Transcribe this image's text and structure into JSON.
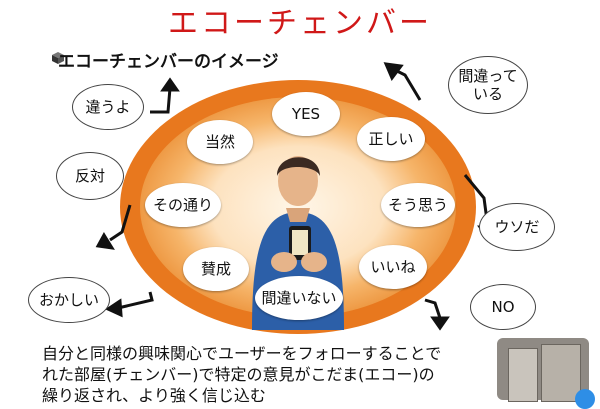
{
  "title": "エコーチェンバー",
  "subtitle": "エコーチェンバーのイメージ",
  "inner_words": [
    "YES",
    "正しい",
    "そう思う",
    "いいね",
    "間違いない",
    "賛成",
    "その通り",
    "当然"
  ],
  "outer_words": [
    "違うよ",
    "反対",
    "おかしい",
    "間違って\nいる",
    "ウソだ",
    "NO"
  ],
  "caption": [
    "自分と同様の興味関心でユーザーをフォローすることで",
    "れた部屋(チェンバー)で特定の意見がこだま(エコー)の",
    "繰り返され、より強く信じ込む"
  ],
  "colors": {
    "title": "#d01818",
    "ring_outer": "#e8781e",
    "ring_mid": "#f4b86a",
    "ring_inner": "#fbe6c8",
    "person_shirt": "#2c5fa8",
    "person_skin": "#e6b48a",
    "arrow": "#111111"
  },
  "icons": [
    "cube-icon",
    "person-with-phone-icon",
    "arrow-icon"
  ]
}
